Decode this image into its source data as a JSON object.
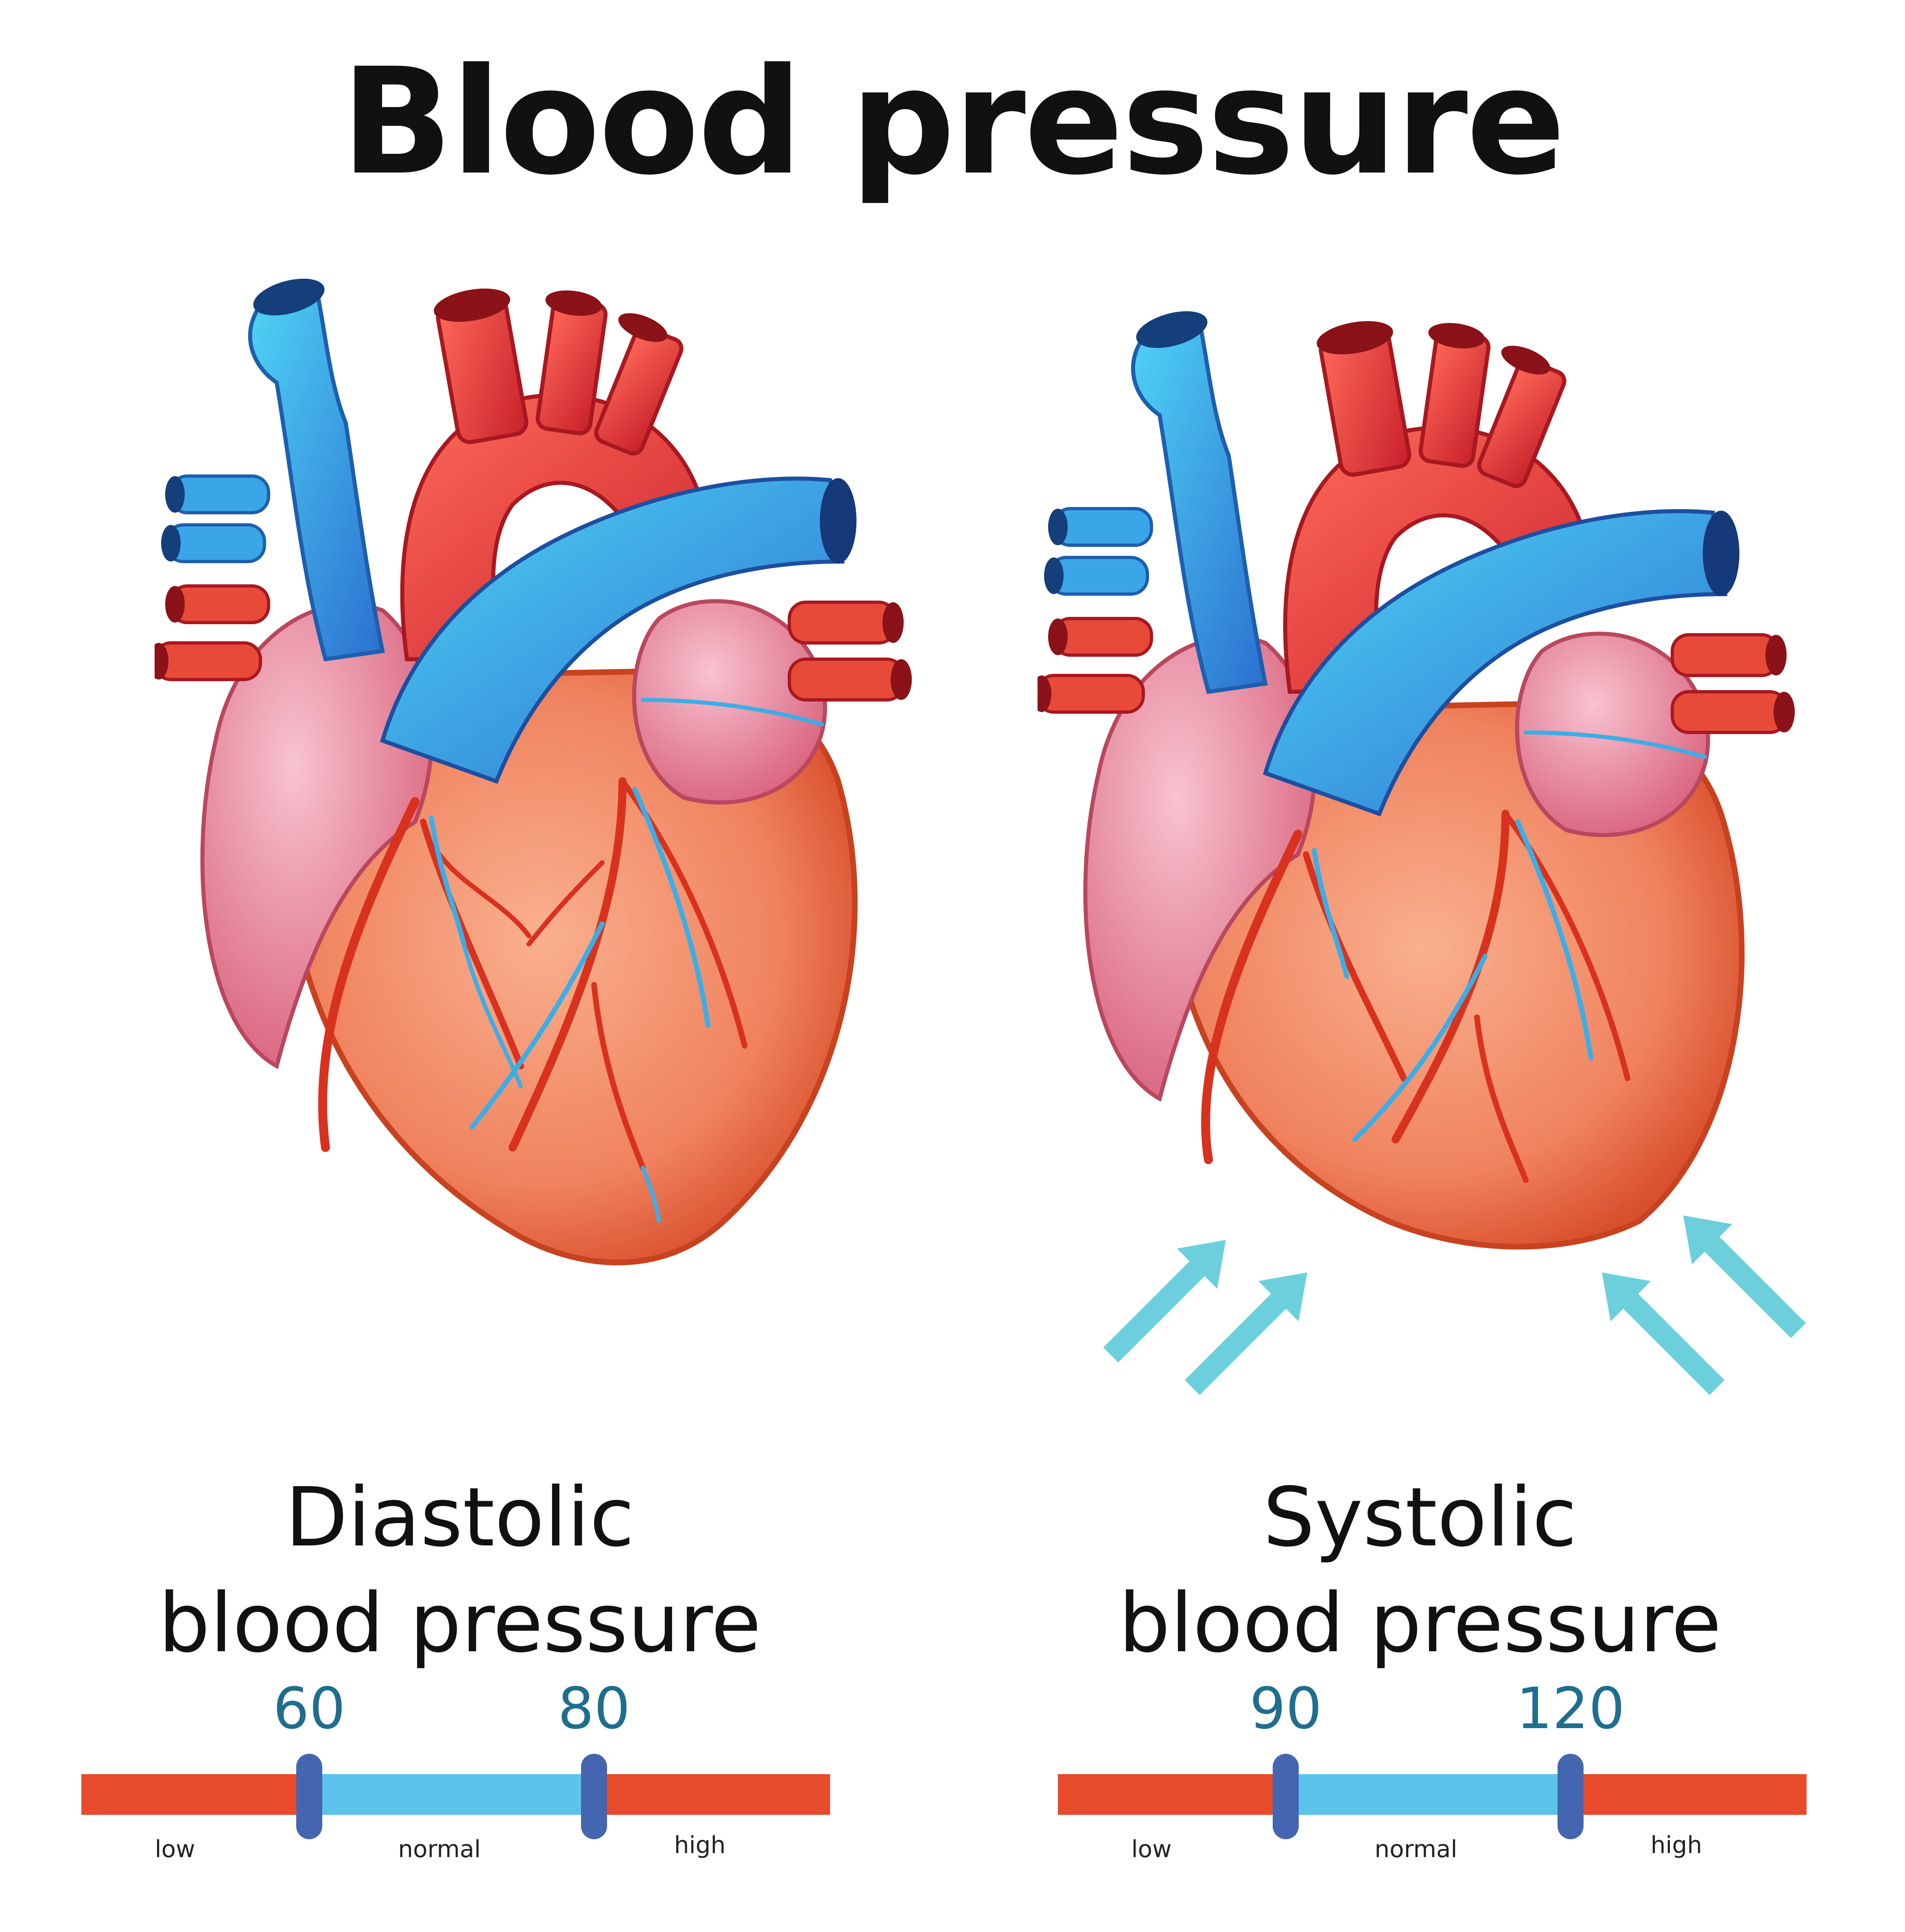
{
  "title": "Blood pressure",
  "diastolic": {
    "caption_line1": "Diastolic",
    "caption_line2": "blood pressure",
    "low_value": "60",
    "high_value": "80",
    "low_label": "low",
    "normal_label": "normal",
    "high_label": "high"
  },
  "systolic": {
    "caption_line1": "Systolic",
    "caption_line2": "blood pressure",
    "low_value": "90",
    "high_value": "120",
    "low_label": "low",
    "normal_label": "normal",
    "high_label": "high"
  },
  "colors": {
    "artery_red": "#e83a2e",
    "vein_blue": "#2f8fe0",
    "atrium_pink": "#e98aa0",
    "ventricle": "#f0825e",
    "scale_red": "#e84a2c",
    "scale_blue": "#5bc4ea",
    "marker_blue": "#4466b0",
    "value_teal": "#1f6e8e",
    "arrow_cyan": "#6cd0dc"
  }
}
